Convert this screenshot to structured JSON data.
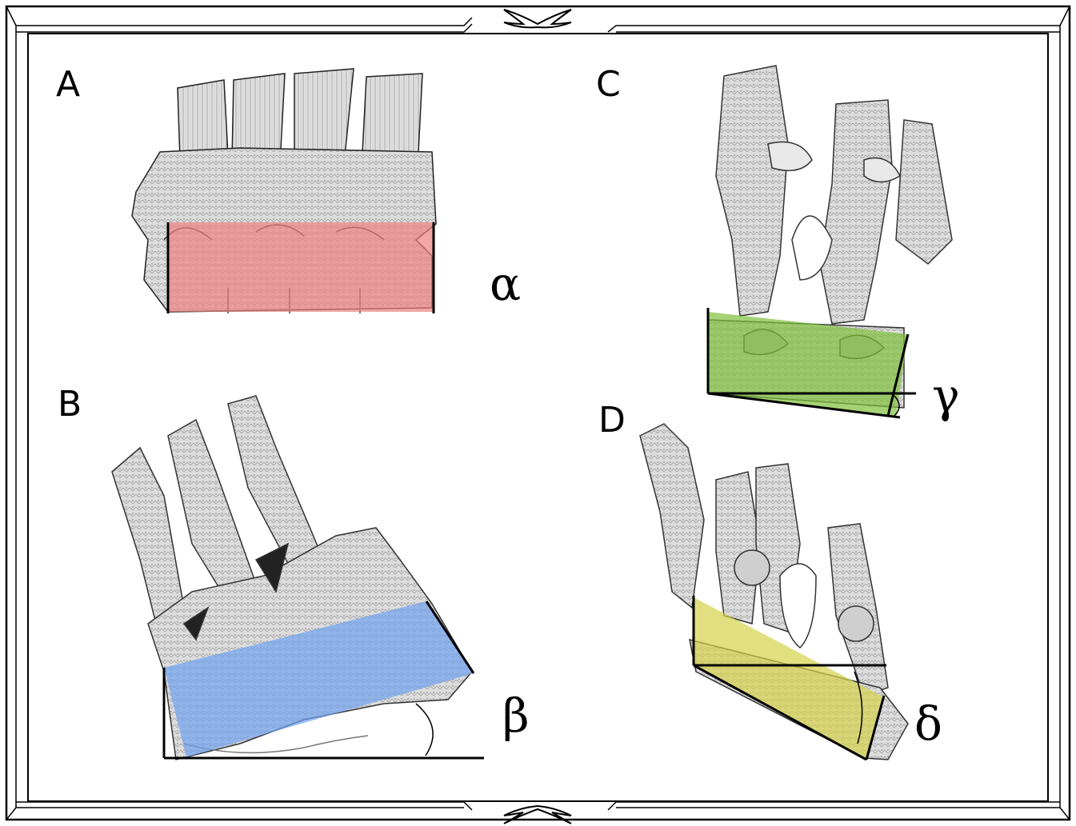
{
  "panels": [
    {
      "letter": "A",
      "angle_symbol": "α",
      "overlay_color": "#f08080"
    },
    {
      "letter": "B",
      "angle_symbol": "β",
      "overlay_color": "#6fa3ef"
    },
    {
      "letter": "C",
      "angle_symbol": "γ",
      "overlay_color": "#7dbf3a"
    },
    {
      "letter": "D",
      "angle_symbol": "δ",
      "overlay_color": "#d6d24a"
    }
  ],
  "icons": {
    "frame_ornament": "flourish-ornament-icon"
  },
  "colors": {
    "frame": "#000000",
    "bone_light": "#e6e6e6",
    "bone_mid": "#bdbdbd",
    "bone_dark": "#6e6e6e"
  }
}
